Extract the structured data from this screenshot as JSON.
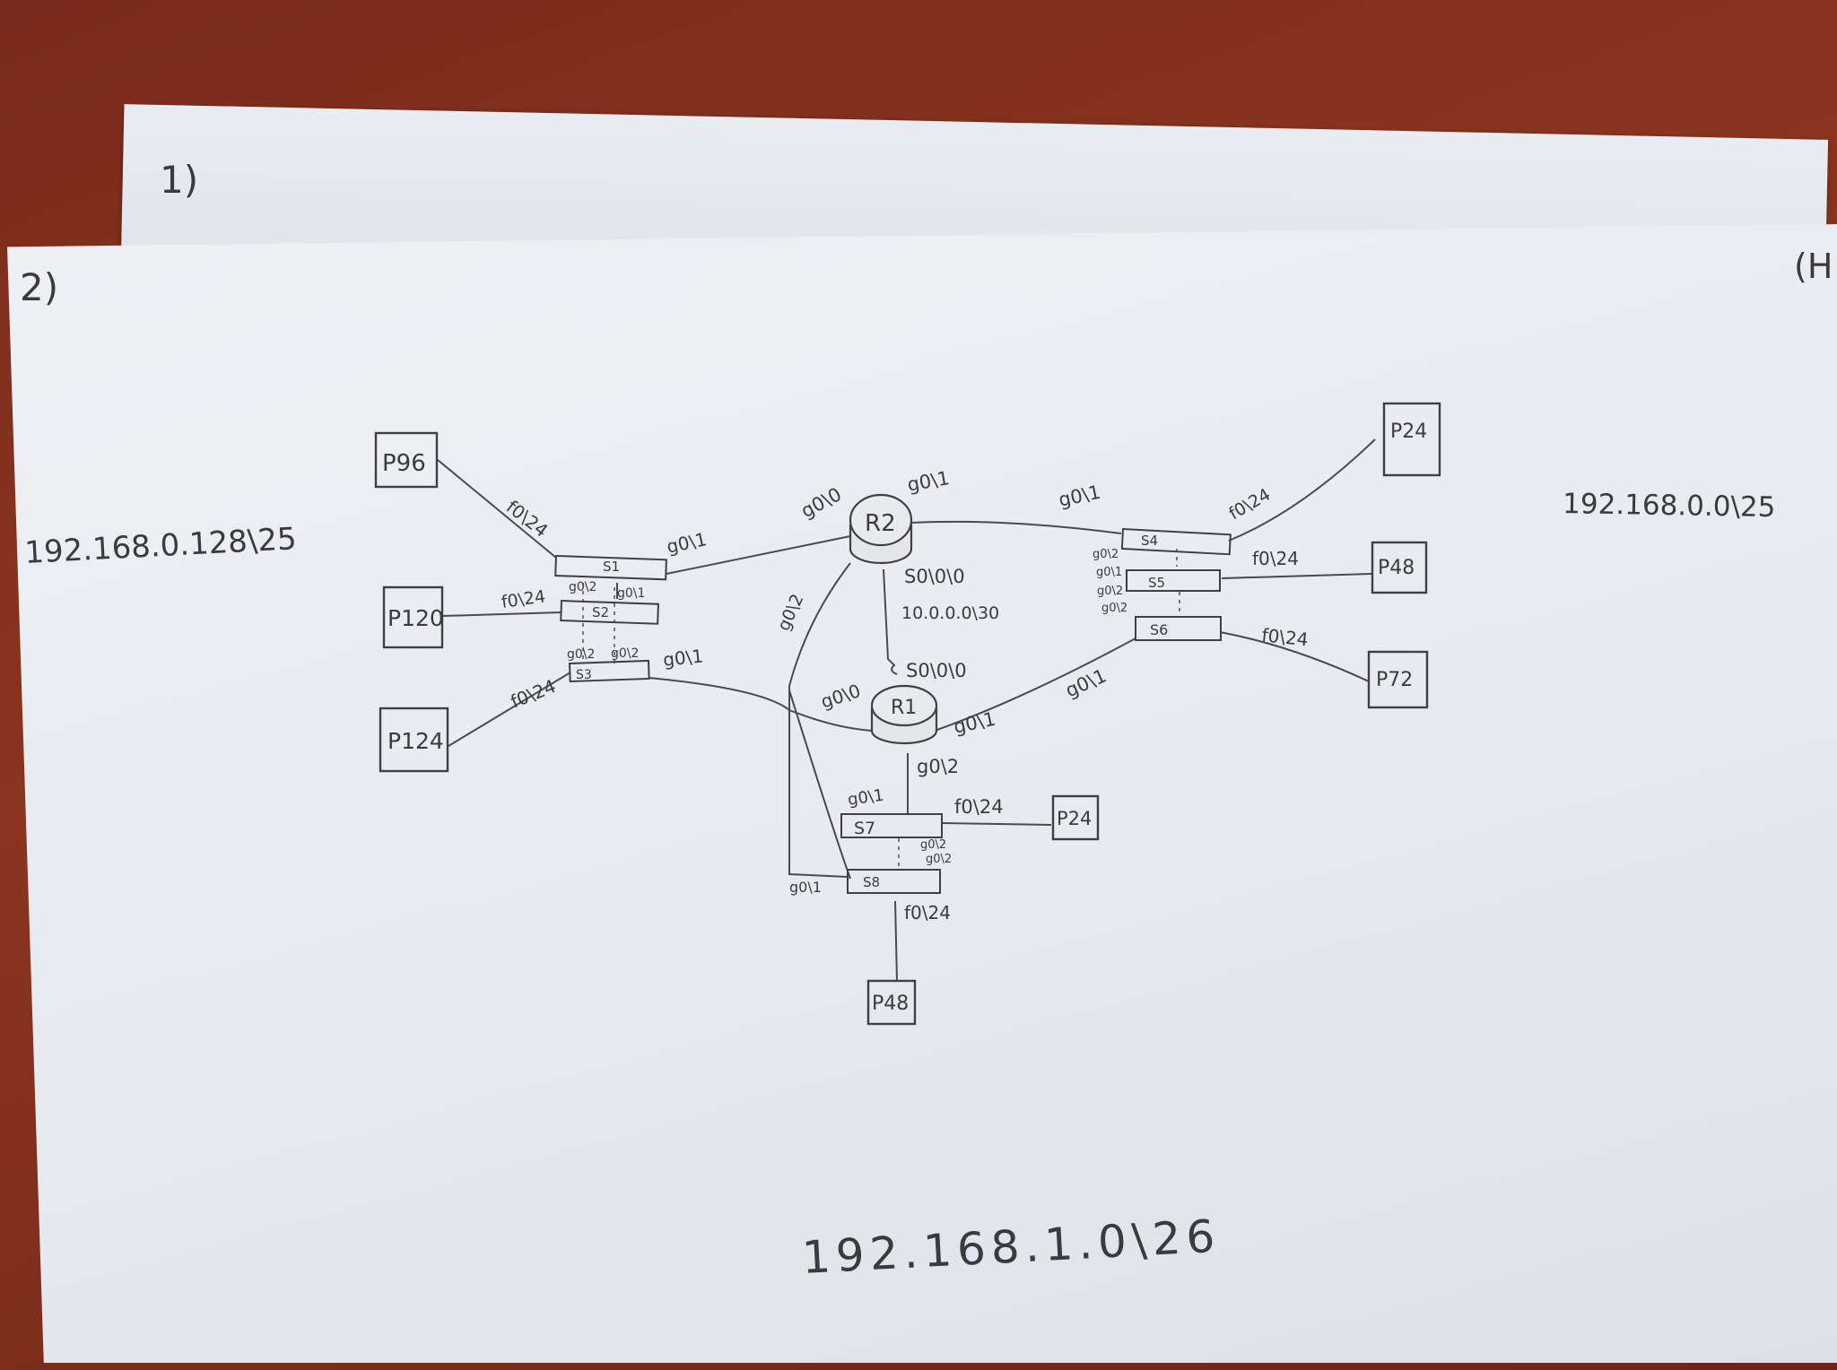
{
  "sheet_numbers": {
    "back": "1)",
    "front": "2)",
    "edge": "(H"
  },
  "subnets": {
    "left": "192.168.0.128\\25",
    "right": "192.168.0.0\\25",
    "bottom": "192.168.1.0\\26"
  },
  "routers": {
    "r2": "R2",
    "r1": "R1"
  },
  "switches": {
    "s1": "S1",
    "s2": "S2",
    "s3": "S3",
    "s4": "S4",
    "s5": "S5",
    "s6": "S6",
    "s7": "S7",
    "s8": "S8"
  },
  "pcs": {
    "p96": "P96",
    "p120": "P120",
    "p124": "P124",
    "p24_right": "P24",
    "p48_right": "P48",
    "p72": "P72",
    "p24_bottom": "P24",
    "p48_bottom": "P48"
  },
  "serial_link": {
    "r2_port": "S0\\0\\0",
    "network": "10.0.0.0\\30",
    "r1_port": "S0\\0\\0"
  },
  "port_labels": {
    "p96_s1": "f0\\24",
    "s1_r2": "g0\\1",
    "p120_s2": "f0\\24",
    "s1_down": "g0\\2",
    "s2_up": "g0\\1",
    "s3_up_a": "g0\\2",
    "s3_up_b": "g0\\2",
    "s3_r1": "g0\\1",
    "p124_s3": "f0\\24",
    "r2_left": "g0\\0",
    "r2_right": "g0\\1",
    "r2_down": "g0\\2",
    "s4_r2": "g0\\1",
    "s4_p24": "f0\\24",
    "s4_down": "g0\\2",
    "s5_up": "g0\\1",
    "s5_down": "g0\\2",
    "s6_up": "g0\\2",
    "s5_p48": "f0\\24",
    "s6_p72": "f0\\24",
    "r1_left": "g0\\0",
    "r1_right": "g0\\1",
    "s6_r1": "g0\\1",
    "r1_down": "g0\\2",
    "s7_up": "g0\\1",
    "s7_p24": "f0\\24",
    "s7_down": "g0\\2",
    "s8_up": "g0\\2",
    "s8_left": "g0\\1",
    "s8_p48": "f0\\24"
  }
}
